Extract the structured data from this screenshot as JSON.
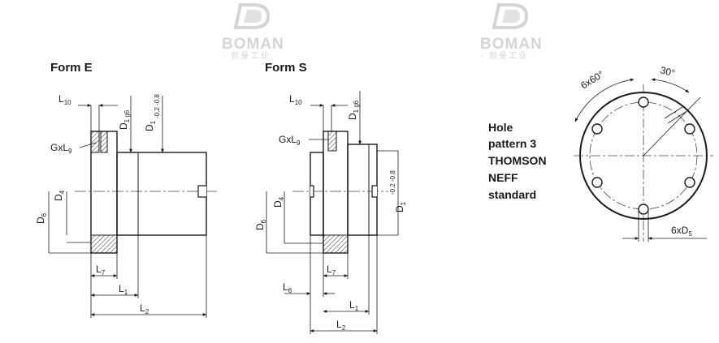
{
  "watermark": {
    "brand": "BOMAN",
    "subtitle": "- 勃曼工业 -"
  },
  "form_e": {
    "title": "Form E",
    "labels": {
      "L10": "L",
      "L10_sub": "10",
      "D1g6": "D",
      "D1g6_sub": "1 g6",
      "D1tol": "D",
      "D1tol_sub": "1",
      "D1tol_tol": "-0.2 -0.8",
      "GxL9": "GxL",
      "GxL9_sub": "9",
      "D4": "D",
      "D4_sub": "4",
      "D6": "D",
      "D6_sub": "6",
      "L7": "L",
      "L7_sub": "7",
      "L1": "L",
      "L1_sub": "1",
      "L2": "L",
      "L2_sub": "2"
    }
  },
  "form_s": {
    "title": "Form S",
    "labels": {
      "L10": "L",
      "L10_sub": "10",
      "D1g6": "D",
      "D1g6_sub": "1 g6",
      "GxL9": "GxL",
      "GxL9_sub": "9",
      "D4": "D",
      "D4_sub": "4",
      "D6": "D",
      "D6_sub": "6",
      "D1tol": "D",
      "D1tol_sub": "1",
      "D1tol_tol": "-0.2 -0.8",
      "L7": "L",
      "L7_sub": "7",
      "L6": "L",
      "L6_sub": "6",
      "L1": "L",
      "L1_sub": "1",
      "L2": "L",
      "L2_sub": "2"
    }
  },
  "hole_pattern": {
    "note_lines": [
      "Hole",
      "pattern 3",
      "THOMSON",
      "NEFF",
      "standard"
    ],
    "angle_6x60": "6x60°",
    "angle_30": "30°",
    "holes_label": "6xD",
    "holes_label_sub": "5"
  }
}
